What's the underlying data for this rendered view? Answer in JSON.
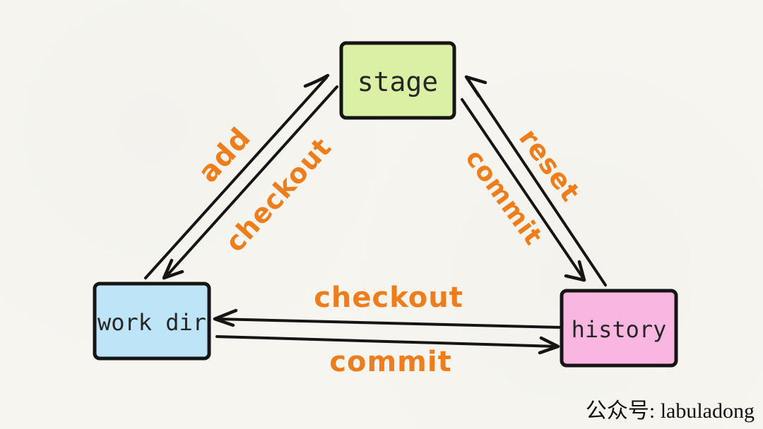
{
  "nodes": {
    "stage": {
      "label": "stage",
      "fill": "#d9f0a5"
    },
    "work_dir": {
      "label": "work dir",
      "fill": "#bee4f8"
    },
    "history": {
      "label": "history",
      "fill": "#f9b6e1"
    }
  },
  "edges": {
    "add": {
      "label": "add",
      "from": "work dir",
      "to": "stage",
      "color": "#e4504e"
    },
    "checkout_upper": {
      "label": "checkout",
      "from": "stage",
      "to": "work dir",
      "color": "#151515"
    },
    "commit_upper": {
      "label": "commit",
      "from": "stage",
      "to": "history",
      "color": "#151515"
    },
    "reset": {
      "label": "reset",
      "from": "history",
      "to": "stage",
      "color": "#151515"
    },
    "checkout_lower": {
      "label": "checkout",
      "from": "history",
      "to": "work dir",
      "color": "#151515"
    },
    "commit_lower": {
      "label": "commit",
      "from": "work dir",
      "to": "history",
      "color": "#151515"
    }
  },
  "watermark": {
    "text": "公众号: labuladong"
  },
  "palette": {
    "background": "#f6f5f0",
    "line_black": "#151515",
    "edge_label_orange": "#ee7d1c",
    "add_red": "#e4504e"
  }
}
